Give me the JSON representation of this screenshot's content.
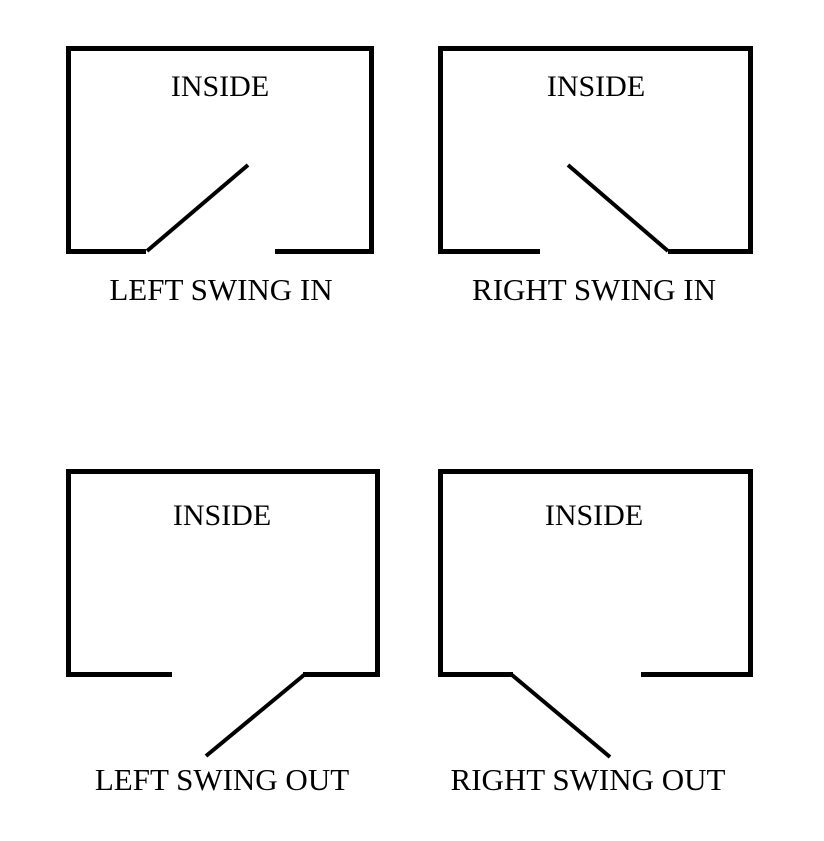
{
  "page": {
    "background_color": "#ffffff",
    "line_color": "#000000"
  },
  "diagrams": [
    {
      "id": "left-swing-in",
      "room_label": "INSIDE",
      "caption": "LEFT SWING IN"
    },
    {
      "id": "right-swing-in",
      "room_label": "INSIDE",
      "caption": "RIGHT SWING IN"
    },
    {
      "id": "left-swing-out",
      "room_label": "INSIDE",
      "caption": "LEFT SWING OUT"
    },
    {
      "id": "right-swing-out",
      "room_label": "INSIDE",
      "caption": "RIGHT SWING OUT"
    }
  ]
}
